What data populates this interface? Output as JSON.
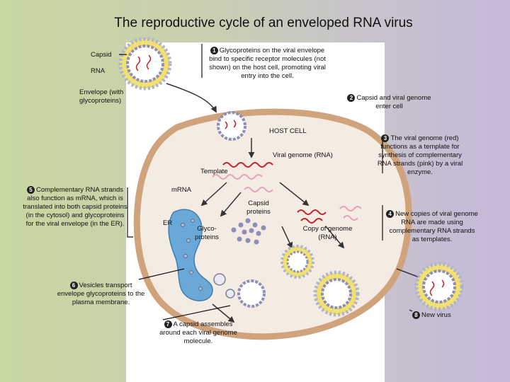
{
  "title": "The reproductive cycle of an enveloped RNA virus",
  "labels": {
    "capsid": "Capsid",
    "rna": "RNA",
    "envelope": "Envelope (with glycoproteins)",
    "host_cell": "HOST CELL",
    "viral_genome": "Viral genome (RNA)",
    "template": "Template",
    "mrna": "mRNA",
    "capsid_proteins": "Capsid proteins",
    "er": "ER",
    "glycoproteins": "Glyco- proteins",
    "copy_of_genome": "Copy of genome (RNA)"
  },
  "steps": [
    {
      "num": "1",
      "text": "Glycoproteins on the viral envelope bind to specific receptor molecules (not shown) on the host cell, promoting viral entry into the cell."
    },
    {
      "num": "2",
      "text": "Capsid and viral genome enter cell"
    },
    {
      "num": "3",
      "text": "The viral genome (red) functions as a template for synthesis of complementary RNA strands (pink) by a viral enzyme."
    },
    {
      "num": "4",
      "text": "New copies of viral genome RNA are made using complementary RNA strands as templates."
    },
    {
      "num": "5",
      "text": "Complementary RNA strands also function as mRNA, which is translated into both capsid proteins (in the cytosol) and glycoproteins for the viral envelope (in the ER)."
    },
    {
      "num": "6",
      "text": "Vesicles transport envelope glycoproteins to the plasma membrane."
    },
    {
      "num": "7",
      "text": "A capsid assembles around each viral genome molecule."
    },
    {
      "num": "8",
      "text": "New virus"
    }
  ],
  "colors": {
    "cytoplasm": "#f6ede4",
    "membrane": "#c9a078",
    "envelope": "#f2e070",
    "glyco": "#aab4d8",
    "capsomere": "#8e8fb8",
    "rna_genome": "#c8202a",
    "rna_complement": "#e7a0b8",
    "er": "#6aa8d8"
  }
}
